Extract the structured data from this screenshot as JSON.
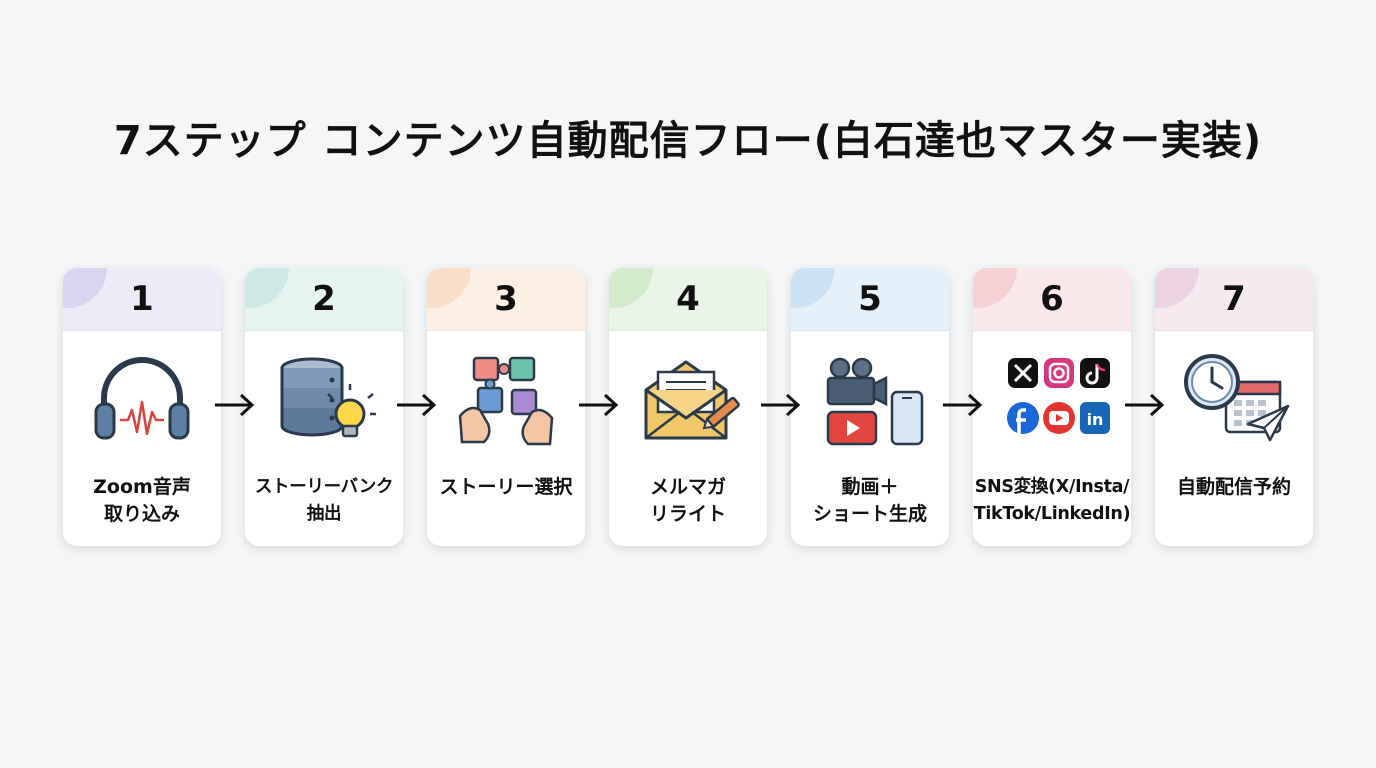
{
  "title": "7ステップ コンテンツ自動配信フロー(白石達也マスター実装)",
  "steps": [
    {
      "number": "1",
      "label": "Zoom音声\n取り込み",
      "icon": "headphones-audio-icon",
      "head_color": "#ecebf7",
      "accent": "#cfc8ef"
    },
    {
      "number": "2",
      "label": "ストーリーバンク\n抽出",
      "icon": "database-lightbulb-icon",
      "head_color": "#e6f4f1",
      "accent": "#bfe5dc"
    },
    {
      "number": "3",
      "label": "ストーリー選択",
      "icon": "puzzle-pieces-icon",
      "head_color": "#fcefe4",
      "accent": "#f7d6b7"
    },
    {
      "number": "4",
      "label": "メルマガ\nリライト",
      "icon": "envelope-pen-icon",
      "head_color": "#e9f5e6",
      "accent": "#c6e6bd"
    },
    {
      "number": "5",
      "label": "動画＋\nショート生成",
      "icon": "video-camera-phone-icon",
      "head_color": "#e4f0fa",
      "accent": "#bcdaf1"
    },
    {
      "number": "6",
      "label": "SNS変換(X/Insta/\nTikTok/LinkedIn)",
      "icon": "social-media-icons",
      "head_color": "#fbe8ea",
      "accent": "#f4c3c8"
    },
    {
      "number": "7",
      "label": "自動配信予約",
      "icon": "clock-calendar-paperplane-icon",
      "head_color": "#f6e9ef",
      "accent": "#e8c6d6"
    }
  ]
}
